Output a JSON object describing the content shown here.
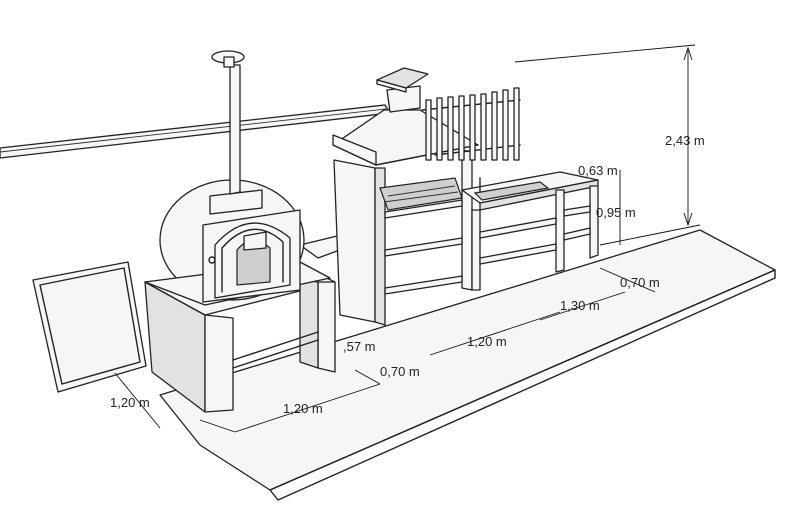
{
  "dimensions": {
    "height_total": "2,43 m",
    "sink_height": "0,63 m",
    "counter_height": "0,95 m",
    "depth_right": "0,70 m",
    "width_sink_unit": "1,30 m",
    "width_bbq_unit": "1,20 m",
    "oven_stand_height": ",57 m",
    "depth_mid": "0,70 m",
    "width_oven_unit": "1,20 m",
    "depth_left": "1,20 m"
  }
}
